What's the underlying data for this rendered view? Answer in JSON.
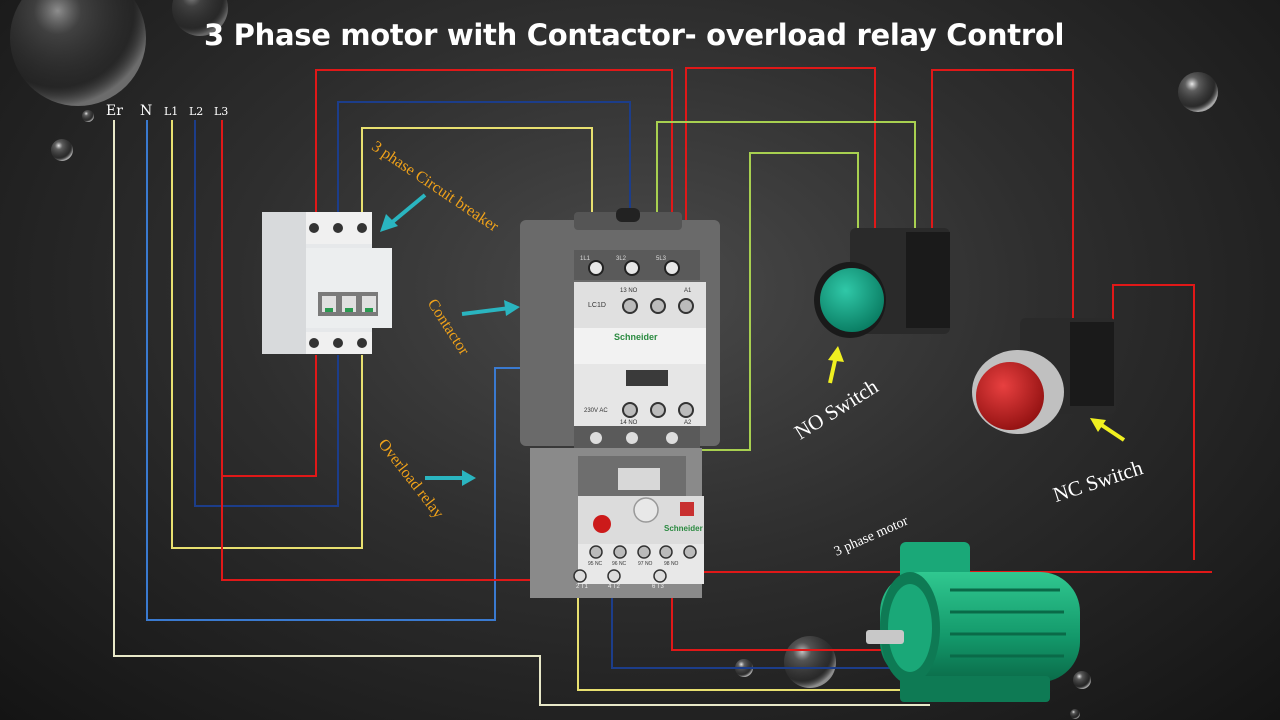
{
  "title": "3 Phase motor with Contactor- overload relay Control",
  "terminals": {
    "earth": "Er",
    "neutral": "N",
    "l1": "L1",
    "l2": "L2",
    "l3": "L3"
  },
  "labels": {
    "circuit_breaker": "3 phase Circuit breaker",
    "contactor": "Contactor",
    "overload_relay": "Overload relay",
    "no_switch": "NO Switch",
    "nc_switch": "NC Switch",
    "motor": "3 phase motor"
  },
  "device_text": {
    "contactor_model": "LC1D",
    "brand": "Schneider",
    "coil_voltage": "230V AC",
    "t1": "1L1",
    "t3": "3L2",
    "t5": "5L3",
    "no13": "13 NO",
    "no14": "14 NO",
    "a1": "A1",
    "a2": "A2",
    "olr_t2": "2 T1",
    "olr_t4": "4 T2",
    "olr_t6": "6 T3",
    "olr_95": "95 NC",
    "olr_96": "96 NC",
    "olr_97": "97 NO",
    "olr_98": "98 NO"
  },
  "colors": {
    "phase_l1": "#e8e070",
    "phase_l2": "#1c3d8a",
    "phase_l3": "#e01818",
    "neutral": "#3a7ad0",
    "earth": "#e8e8c8",
    "control_green": "#a8d050",
    "arrow_cyan": "#2ab5c0",
    "arrow_yellow": "#f0f020",
    "label_orange": "#f0a21a",
    "button_green": "#10a080",
    "button_red": "#c81818",
    "motor_green": "#1aa878"
  }
}
